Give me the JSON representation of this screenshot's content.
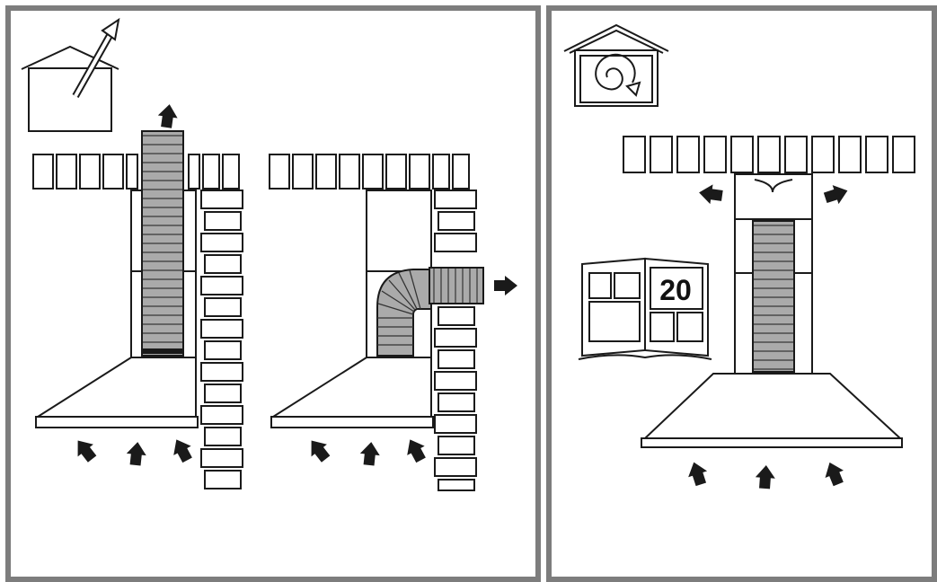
{
  "panels": {
    "left": {
      "icon": "house-outside-vent-icon",
      "variants": [
        "vertical-duct-exhaust",
        "side-wall-duct-exhaust"
      ]
    },
    "right": {
      "icon": "house-recirculation-icon",
      "manual_reference": {
        "page_number": "20"
      }
    }
  },
  "colors": {
    "frame": "#7d7d7d",
    "line": "#1a1a1a",
    "duct_fill": "#aaaaaa",
    "panel_bg": "#ffffff"
  }
}
